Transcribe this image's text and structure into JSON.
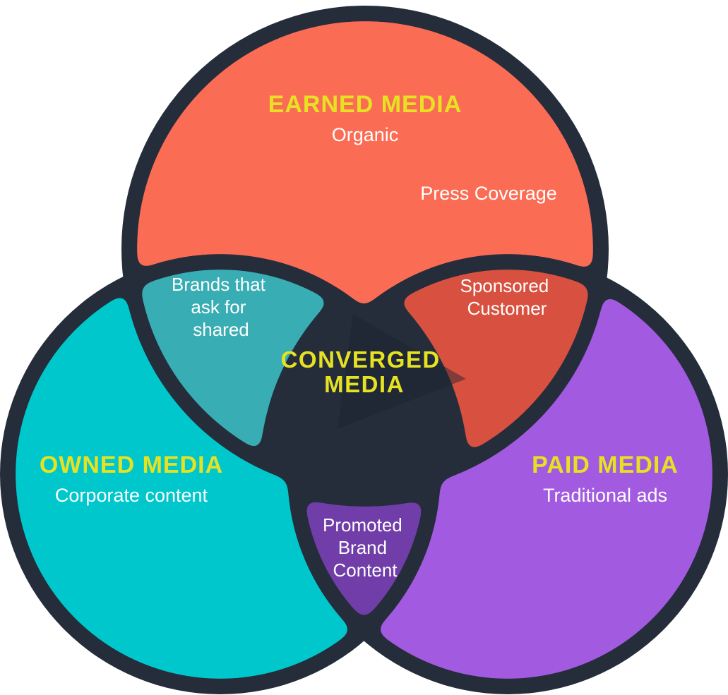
{
  "diagram": {
    "type": "venn-3-circle",
    "colors": {
      "earned": "#FB6C55",
      "owned": "#06C7CC",
      "paid": "#A25AE0",
      "earned_owned_overlap": "#37ADB4",
      "earned_paid_overlap": "#D85140",
      "owned_paid_overlap": "#6F3DA9",
      "outline": "#252D3B",
      "center_shadow": "#1B222E",
      "heading_text": "#E6E222",
      "body_text": "#FFFFFF",
      "background": "#FFFFFF"
    },
    "regions": {
      "earned": {
        "title": "EARNED MEDIA",
        "subtitle": "Organic",
        "note": "Press Coverage"
      },
      "owned": {
        "title": "OWNED MEDIA",
        "subtitle": "Corporate content"
      },
      "paid": {
        "title": "PAID MEDIA",
        "subtitle": "Traditional ads"
      },
      "earned_owned": {
        "lines": [
          "Brands that",
          "ask for",
          "shared"
        ]
      },
      "earned_paid": {
        "lines": [
          "Sponsored",
          "Customer"
        ]
      },
      "owned_paid": {
        "lines": [
          "Promoted",
          "Brand",
          "Content"
        ]
      },
      "center": {
        "lines": [
          "CONVERGED",
          "MEDIA"
        ]
      }
    }
  }
}
